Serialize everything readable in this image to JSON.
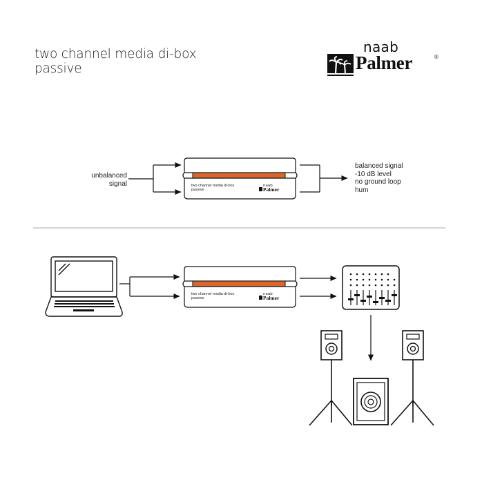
{
  "title": {
    "line1": "two channel media di-box",
    "line2": "passive"
  },
  "logo": {
    "small": "naab",
    "big": "Palmer",
    "mark": "®"
  },
  "top_diagram": {
    "input_label": [
      "unbalanced",
      "signal"
    ],
    "output_label": [
      "balanced signal",
      "-10 dB level",
      "no ground loop",
      "hum"
    ]
  },
  "device": {
    "label_line1": "two channel media di-box",
    "label_line2": "passive",
    "brand_small": "naab",
    "brand_big": "Palmer",
    "accent_color": "#d9662a"
  },
  "icons": [
    "laptop-icon",
    "mixer-icon",
    "speaker-icon",
    "subwoofer-icon",
    "tripod-icon",
    "palm-tree-icon"
  ]
}
